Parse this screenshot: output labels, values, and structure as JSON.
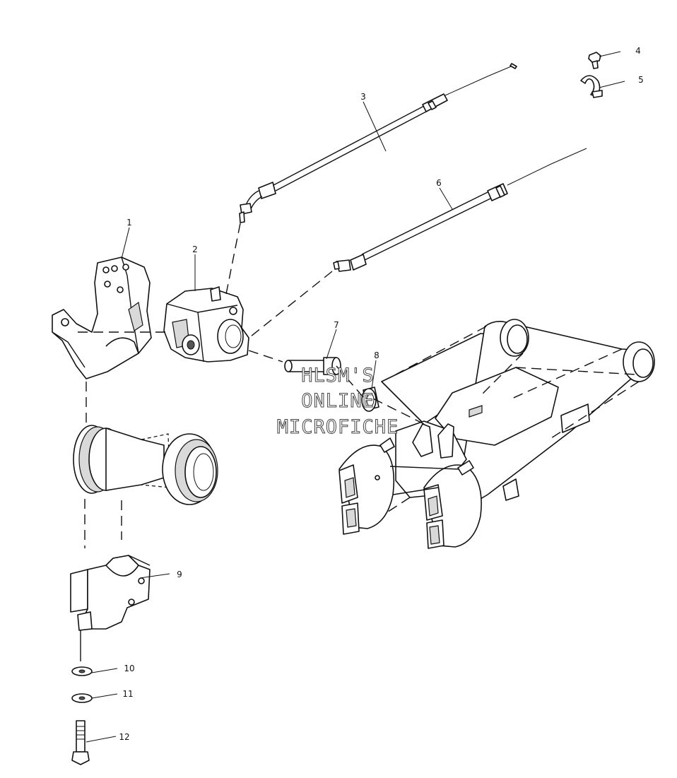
{
  "callouts": [
    "1",
    "2",
    "3",
    "4",
    "5",
    "6",
    "7",
    "8",
    "9",
    "10",
    "11",
    "12"
  ],
  "watermark": {
    "line1": "HLSM'S",
    "line2": "ONLINE",
    "line3": "MICROFICHE"
  }
}
